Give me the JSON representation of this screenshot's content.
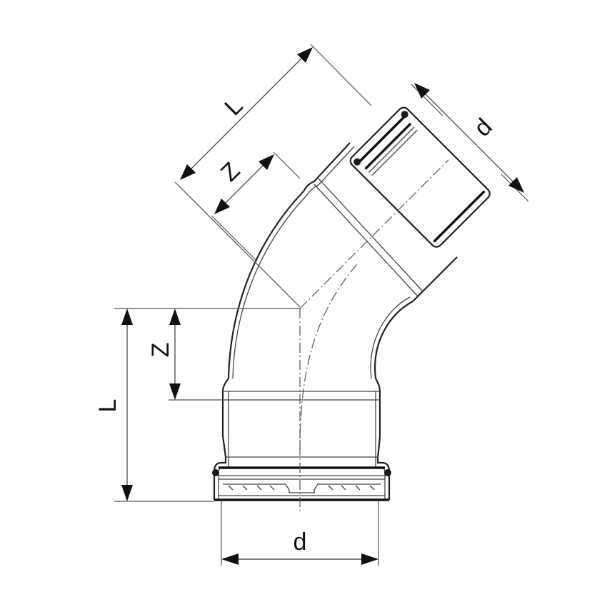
{
  "diagram": {
    "subject": "45-degree press-fit pipe elbow with dimension annotations",
    "labels": {
      "upper_length": "L",
      "upper_z": "Z",
      "upper_diameter": "d",
      "lower_length": "L",
      "lower_z": "Z",
      "lower_diameter": "d"
    },
    "colors": {
      "line": "#222222",
      "dimension": "#555555",
      "background": "#ffffff"
    },
    "bend_angle_deg": 45
  }
}
